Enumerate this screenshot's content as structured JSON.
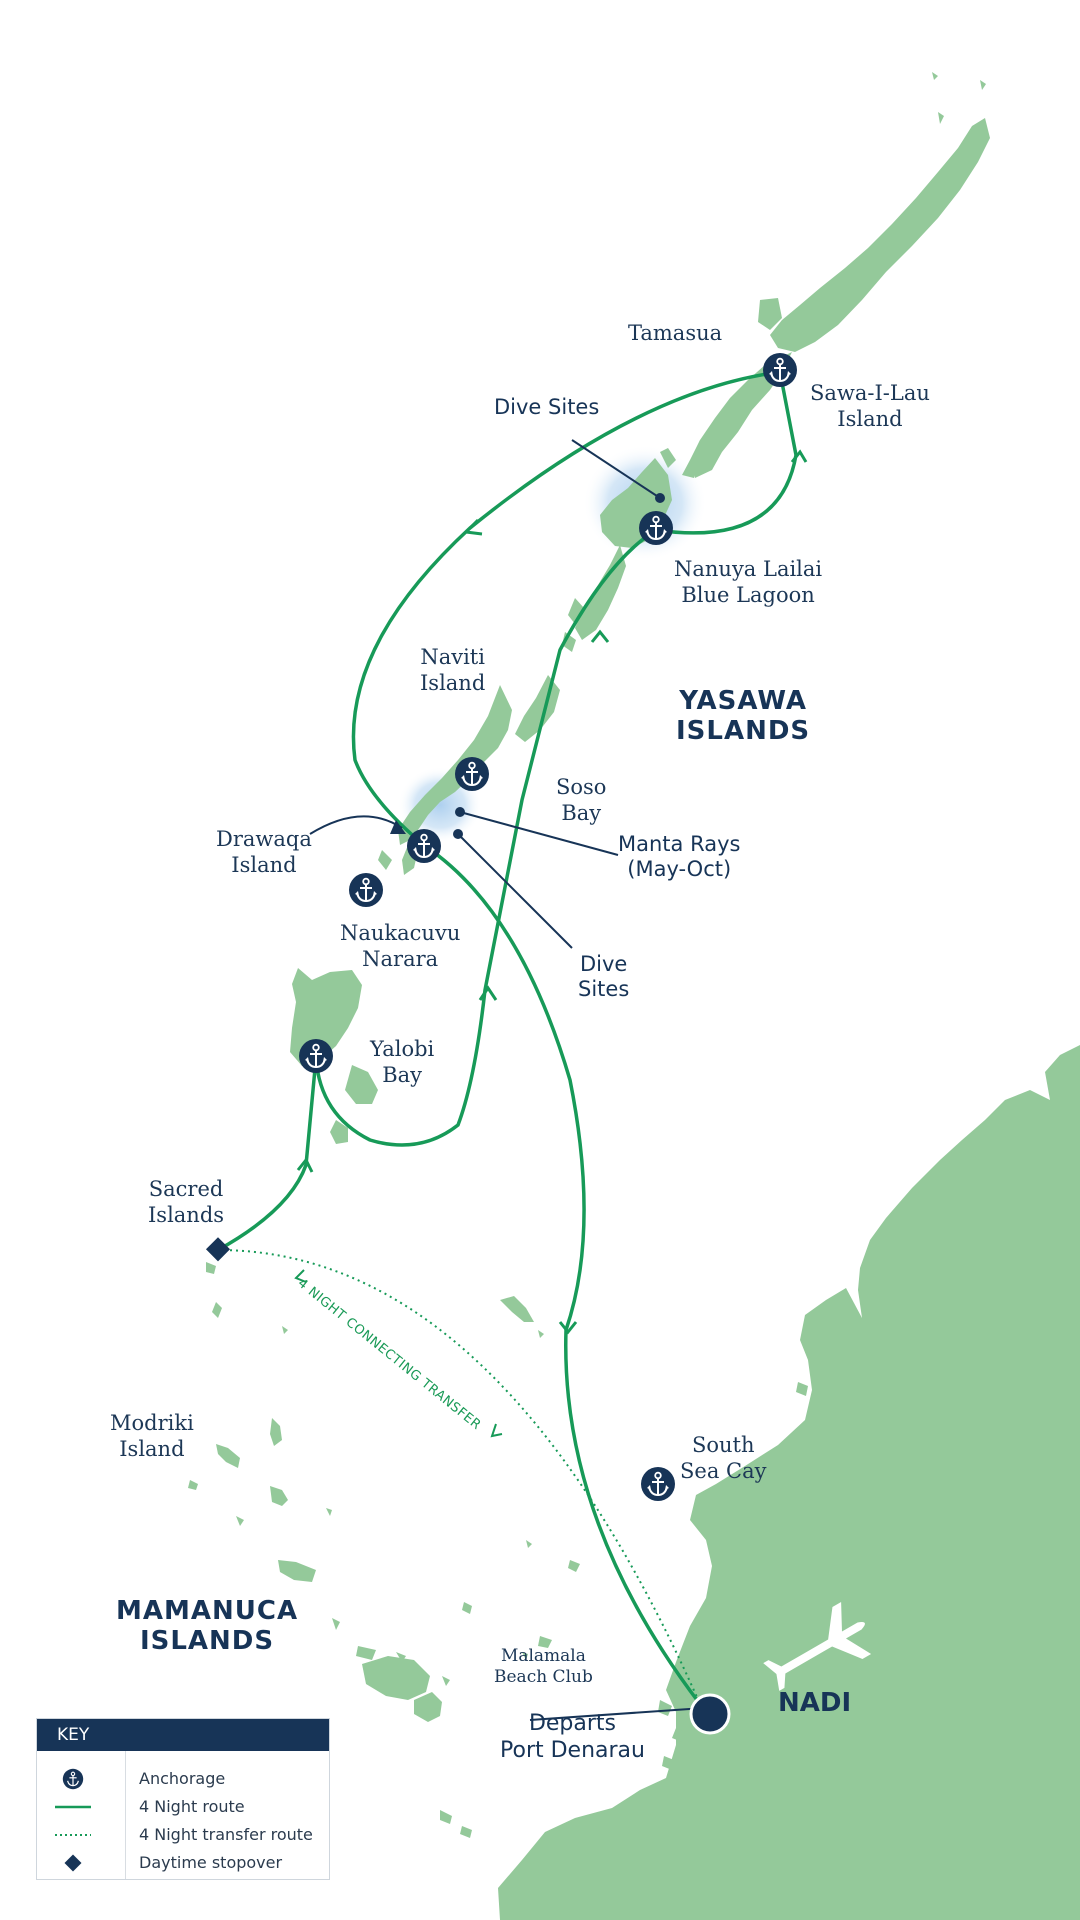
{
  "colors": {
    "land": "#94c99a",
    "route": "#179a58",
    "navy": "#173457",
    "glow": "#a9cdee"
  },
  "regions": {
    "yasawa": [
      "YASAWA",
      "ISLANDS"
    ],
    "mamanuca": [
      "MAMANUCA",
      "ISLANDS"
    ],
    "nadi": "NADI"
  },
  "places": {
    "tamasua": "Tamasua",
    "sawa_i_lau": [
      "Sawa-I-Lau",
      "Island"
    ],
    "nanuya_lailai": [
      "Nanuya Lailai",
      "Blue Lagoon"
    ],
    "naviti": [
      "Naviti",
      "Island"
    ],
    "soso_bay": [
      "Soso",
      "Bay"
    ],
    "drawaqa": [
      "Drawaqa",
      "Island"
    ],
    "naukacuvu": [
      "Naukacuvu",
      "Narara"
    ],
    "yalobi_bay": [
      "Yalobi",
      "Bay"
    ],
    "sacred_islands": [
      "Sacred",
      "Islands"
    ],
    "modriki": [
      "Modriki",
      "Island"
    ],
    "south_sea_cay": [
      "South",
      "Sea Cay"
    ],
    "malamala": [
      "Malamala",
      "Beach Club"
    ]
  },
  "callouts": {
    "dive_sites_north": "Dive Sites",
    "manta_rays": [
      "Manta Rays",
      "(May-Oct)"
    ],
    "dive_sites_south": [
      "Dive",
      "Sites"
    ]
  },
  "departs": [
    "Departs",
    "Port Denarau"
  ],
  "transfer_label": "4 NIGHT CONNECTING TRANSFER",
  "legend": {
    "title": "KEY",
    "items": [
      {
        "label": "Anchorage",
        "symbol": "anchor-icon"
      },
      {
        "label": "4 Night route",
        "symbol": "solid-line"
      },
      {
        "label": "4 Night transfer route",
        "symbol": "dotted-line"
      },
      {
        "label": "Daytime stopover",
        "symbol": "diamond-icon"
      }
    ]
  }
}
